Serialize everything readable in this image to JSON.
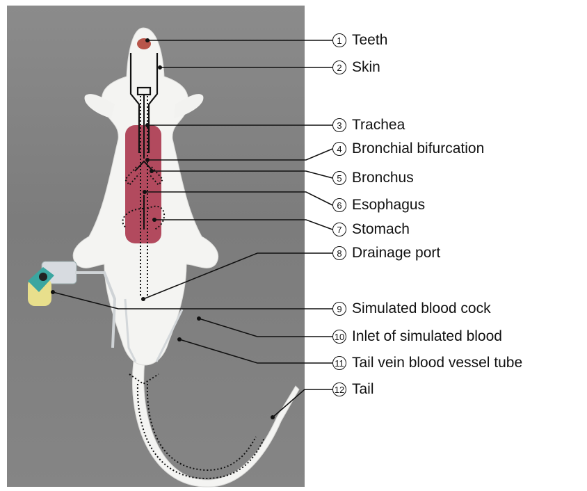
{
  "labels": [
    {
      "num": "1",
      "text": "Teeth"
    },
    {
      "num": "2",
      "text": "Skin"
    },
    {
      "num": "3",
      "text": "Trachea"
    },
    {
      "num": "4",
      "text": "Bronchial bifurcation"
    },
    {
      "num": "5",
      "text": "Bronchus"
    },
    {
      "num": "6",
      "text": "Esophagus"
    },
    {
      "num": "7",
      "text": "Stomach"
    },
    {
      "num": "8",
      "text": "Drainage port"
    },
    {
      "num": "9",
      "text": "Simulated blood cock"
    },
    {
      "num": "10",
      "text": "Inlet of simulated blood"
    },
    {
      "num": "11",
      "text": "Tail vein blood vessel tube"
    },
    {
      "num": "12",
      "text": "Tail"
    }
  ],
  "colors": {
    "background": "#808080",
    "model": "#f4f4f2",
    "organ": "#b24a5e",
    "stopcock": "#3aa6a0",
    "stopcock_cap": "#e8df8c",
    "line": "#111111"
  }
}
